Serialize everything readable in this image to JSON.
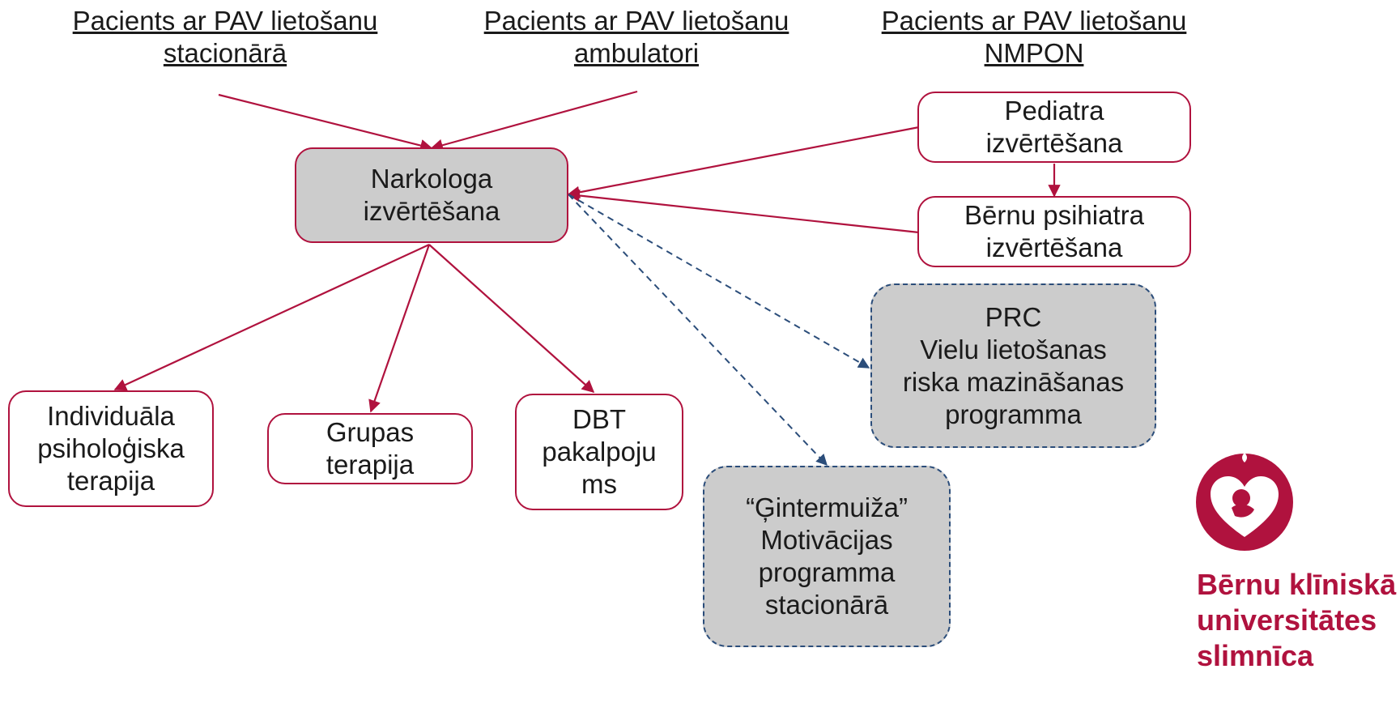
{
  "sources": {
    "stationary": [
      "Pacients ar PAV lietošanu",
      "stacionārā"
    ],
    "outpatient": [
      "Pacients ar PAV lietošanu",
      "ambulatori"
    ],
    "emergency": [
      "Pacients ar PAV lietošanu",
      "NMPON"
    ]
  },
  "nodes": {
    "narcologist": [
      "Narkologa",
      "izvērtēšana"
    ],
    "pediatrician": [
      "Pediatra",
      "izvērtēšana"
    ],
    "child_psychiatrist": [
      "Bērnu psihiatra",
      "izvērtēšana"
    ],
    "prc": [
      "PRC",
      "Vielu lietošanas",
      "riska mazināšanas",
      "programma"
    ],
    "individual_therapy": [
      "Individuāla",
      "psiholoģiska",
      "terapija"
    ],
    "group_therapy": [
      "Grupas",
      "terapija"
    ],
    "dbt": [
      "DBT",
      "pakalpoju",
      "ms"
    ],
    "gintermuiza": [
      "“Ģintermuiža”",
      "Motivācijas",
      "programma",
      "stacionārā"
    ]
  },
  "logo": {
    "lines": [
      "Bērnu klīniskā",
      "universitātes",
      "slimnīca"
    ],
    "icon": "heart-mother-child-icon"
  },
  "colors": {
    "solid_arrow": "#b0123e",
    "dashed_arrow": "#2b4d7a",
    "grey_fill": "#cccccc",
    "brand": "#b0123e"
  }
}
